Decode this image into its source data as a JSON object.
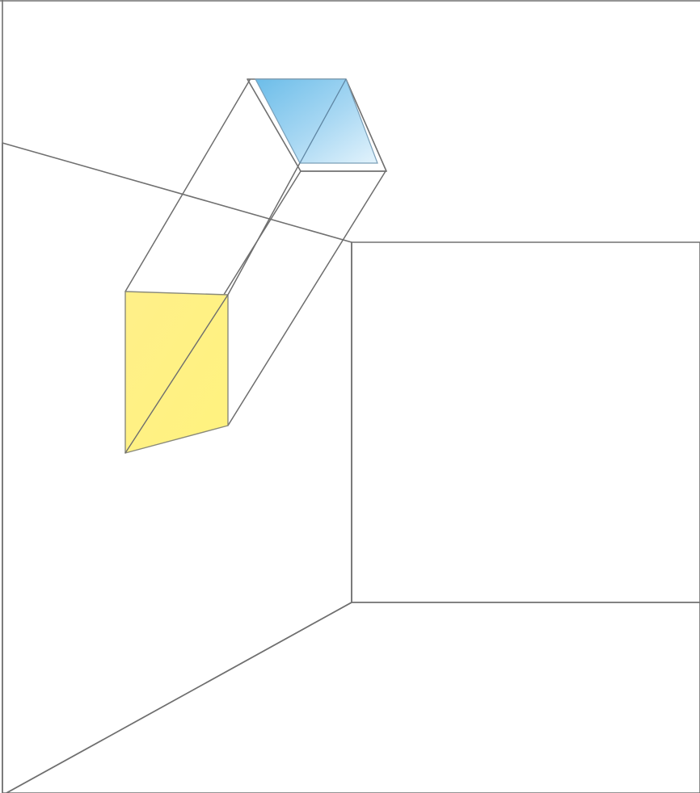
{
  "diagram": {
    "labels": [],
    "colors": {
      "background": "#ffffff",
      "ceiling": "#ffffff",
      "left_wall": "#e6e6e6",
      "back_wall": "#f6f6f6",
      "floor": "#dcdcdc",
      "edges": "#707070",
      "skylight_glass_light": "#e3f3fc",
      "skylight_glass_dark": "#6cbde9",
      "light_patch": "#fff089"
    },
    "elements": [
      "room-ceiling",
      "room-left-wall",
      "room-back-wall",
      "room-floor",
      "skylight",
      "light-shaft",
      "light-patch"
    ]
  }
}
